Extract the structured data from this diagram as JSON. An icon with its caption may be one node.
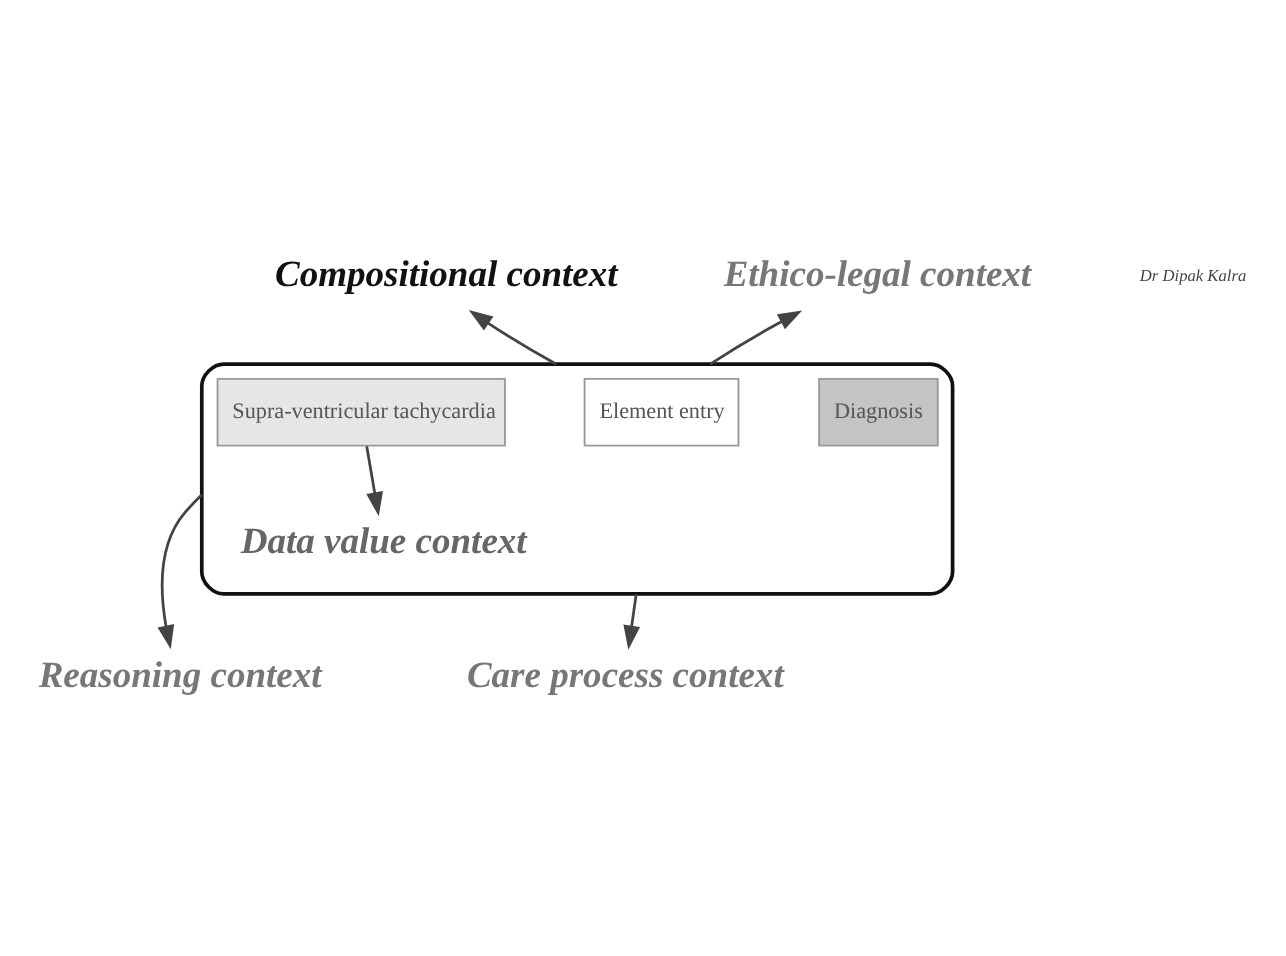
{
  "diagram": {
    "nodes": [
      {
        "text": [
          "Compositional context"
        ]
      },
      {
        "text": [
          "Ethico-legal context"
        ]
      },
      {
        "text": [],
        "shape": "box"
      },
      {
        "text": [
          "Element entry"
        ],
        "in": 2
      },
      {
        "text": [
          "Diagnosis"
        ],
        "in": 2
      },
      {
        "text": [
          "Supra-ventricular tachycardia"
        ],
        "in": 2
      },
      {
        "text": [
          "Data value context"
        ],
        "in": 2
      },
      {
        "text": [
          "Reasoning context"
        ]
      },
      {
        "text": [
          "Care process context"
        ]
      }
    ],
    "edges": [
      {
        "from": 2,
        "to": 0,
        "arrow": "to"
      },
      {
        "from": 2,
        "to": 1,
        "arrow": "to"
      },
      {
        "from": 5,
        "to": 6,
        "arrow": "to"
      },
      {
        "from": 2,
        "to": 7,
        "arrow": "to"
      },
      {
        "from": 2,
        "to": 8,
        "arrow": "to"
      }
    ],
    "labels": [
      "Dr Dipak Kalra"
    ]
  }
}
